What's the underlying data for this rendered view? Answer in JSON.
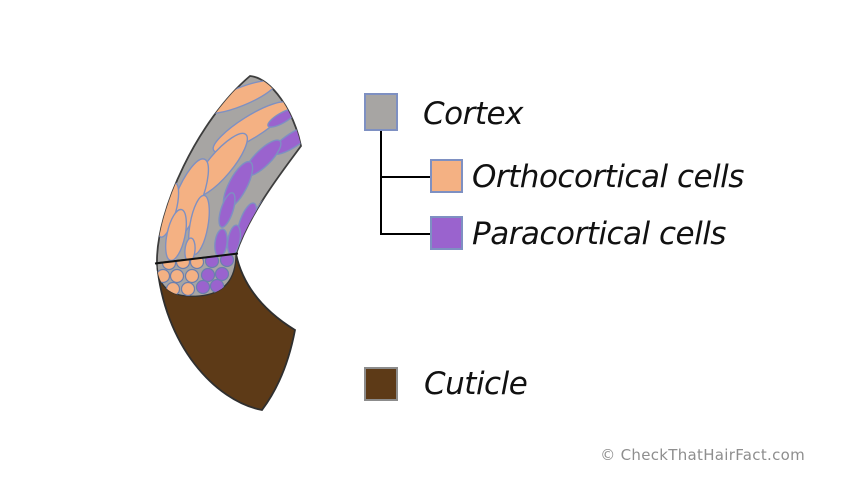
{
  "legend": {
    "cortex": {
      "label": "Cortex"
    },
    "orthocortical": {
      "label": "Orthocortical cells"
    },
    "paracortical": {
      "label": "Paracortical cells"
    },
    "cuticle": {
      "label": "Cuticle"
    }
  },
  "watermark": "© CheckThatHairFact.com",
  "colors": {
    "cortex_gray": "#a7a5a3",
    "ortho_orange": "#f4b183",
    "para_purple": "#9a63ce",
    "cuticle_brown": "#5d3a17",
    "cell_stroke": "#7e90c2",
    "outline_dark": "#3d3d3d",
    "transition_line": "#111111",
    "legend_border_blue": "#7e90c2",
    "legend_border_gray": "#8c8c8c",
    "watermark_gray": "#8e8e8e"
  }
}
